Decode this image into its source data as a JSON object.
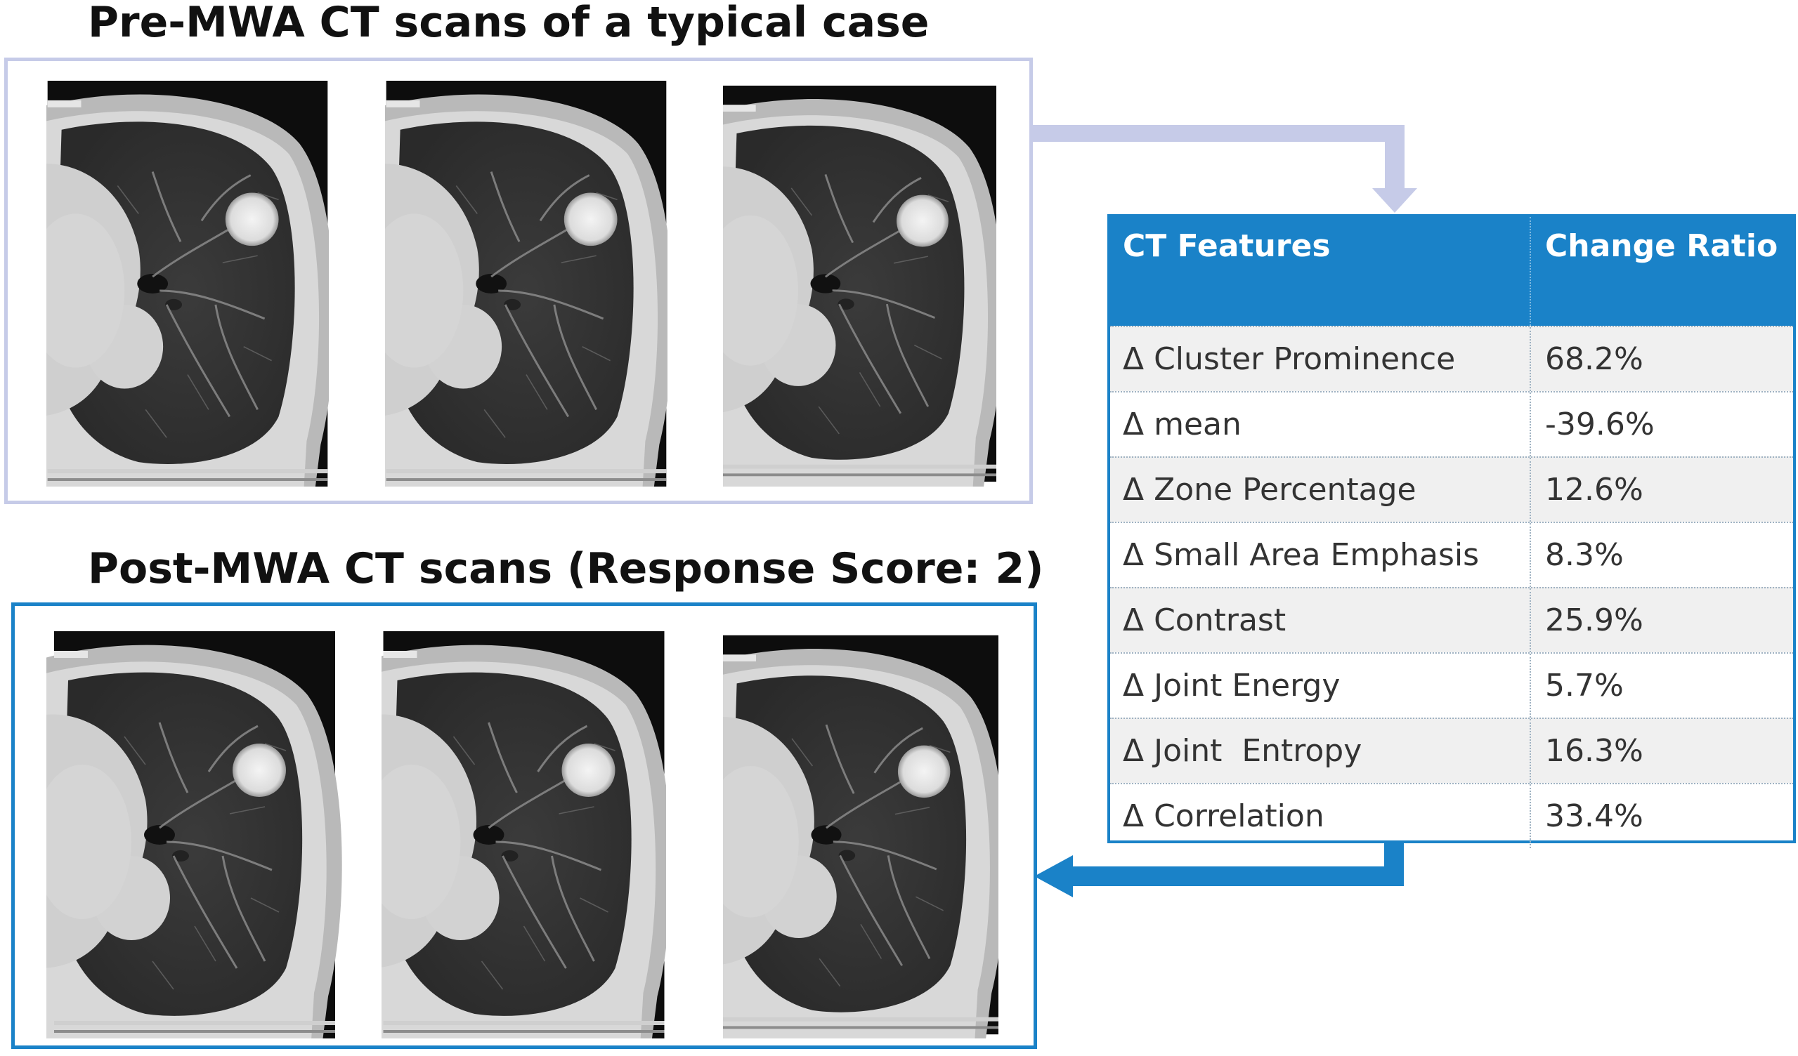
{
  "panels": {
    "pre": {
      "title": "Pre-MWA CT scans of a typical case"
    },
    "post": {
      "title": "Post-MWA CT scans (Response Score: 2)"
    }
  },
  "table": {
    "headers": [
      "CT Features",
      "Change Ratio"
    ],
    "rows": [
      {
        "feature": "Δ Cluster Prominence",
        "change_ratio": "68.2%"
      },
      {
        "feature": "Δ mean",
        "change_ratio": "-39.6%"
      },
      {
        "feature": "Δ Zone Percentage",
        "change_ratio": "12.6%"
      },
      {
        "feature": "Δ Small Area Emphasis",
        "change_ratio": "8.3%"
      },
      {
        "feature": "Δ Contrast",
        "change_ratio": "25.9%"
      },
      {
        "feature": "Δ Joint Energy",
        "change_ratio": "5.7%"
      },
      {
        "feature": "Δ Joint  Entropy",
        "change_ratio": "16.3%"
      },
      {
        "feature": "Δ Correlation",
        "change_ratio": "33.4%"
      }
    ]
  },
  "colors": {
    "pre_border": "#c6cbe8",
    "post_border": "#1a82c8",
    "table_header": "#1a82c8",
    "pre_arrow": "#c6cbe8",
    "post_arrow": "#1a82c8"
  }
}
